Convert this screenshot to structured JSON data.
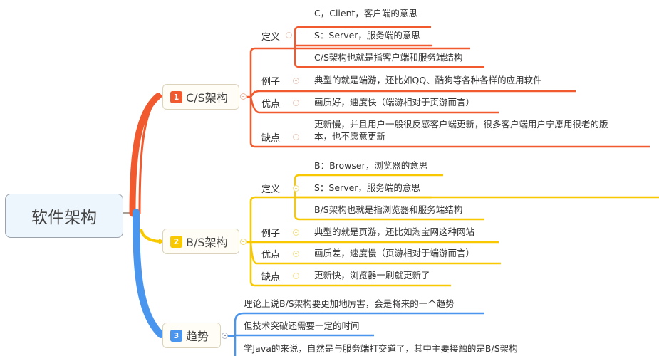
{
  "colors": {
    "cs": "#f15a2e",
    "bs": "#f8c800",
    "trend": "#4a95ee",
    "root_bg": "#eef6fd",
    "branch_bg": "#fffdf5"
  },
  "root": {
    "title": "软件架构"
  },
  "branches": [
    {
      "number": "1",
      "title": "C/S架构",
      "color": "#f15a2e",
      "groups": [
        {
          "label": "定义",
          "items": [
            "C，Client，客户端的意思",
            "S：Server，服务端的意思",
            "C/S架构也就是指客户端和服务端结构"
          ]
        },
        {
          "label": "例子",
          "items": [
            "典型的就是端游，还比如QQ、酷狗等各种各样的应用软件"
          ]
        },
        {
          "label": "优点",
          "items": [
            "画质好，速度快（端游相对于页游而言）"
          ]
        },
        {
          "label": "缺点",
          "items": [
            "更新慢，并且用户一般很反感客户端更新，很多客户端用户宁愿用很老的版",
            "本，也不愿意更新"
          ]
        }
      ]
    },
    {
      "number": "2",
      "title": "B/S架构",
      "color": "#f8c800",
      "groups": [
        {
          "label": "定义",
          "items": [
            "B：Browser，浏览器的意思",
            "S：Server，服务端的意思",
            "B/S架构也就是指浏览器和服务端结构"
          ]
        },
        {
          "label": "例子",
          "items": [
            "典型的就是页游，还比如淘宝网这种网站"
          ]
        },
        {
          "label": "优点",
          "items": [
            "画质差，速度慢（页游相对于端游而言）"
          ]
        },
        {
          "label": "缺点",
          "items": [
            "更新快，浏览器一刷就更新了"
          ]
        }
      ]
    },
    {
      "number": "3",
      "title": "趋势",
      "color": "#4a95ee",
      "items": [
        "理论上说B/S架构要更加地厉害，会是将来的一个趋势",
        "但技术突破还需要一定的时间",
        "学Java的来说，自然是与服务端打交道了，其中主要接触的是B/S架构"
      ]
    }
  ]
}
